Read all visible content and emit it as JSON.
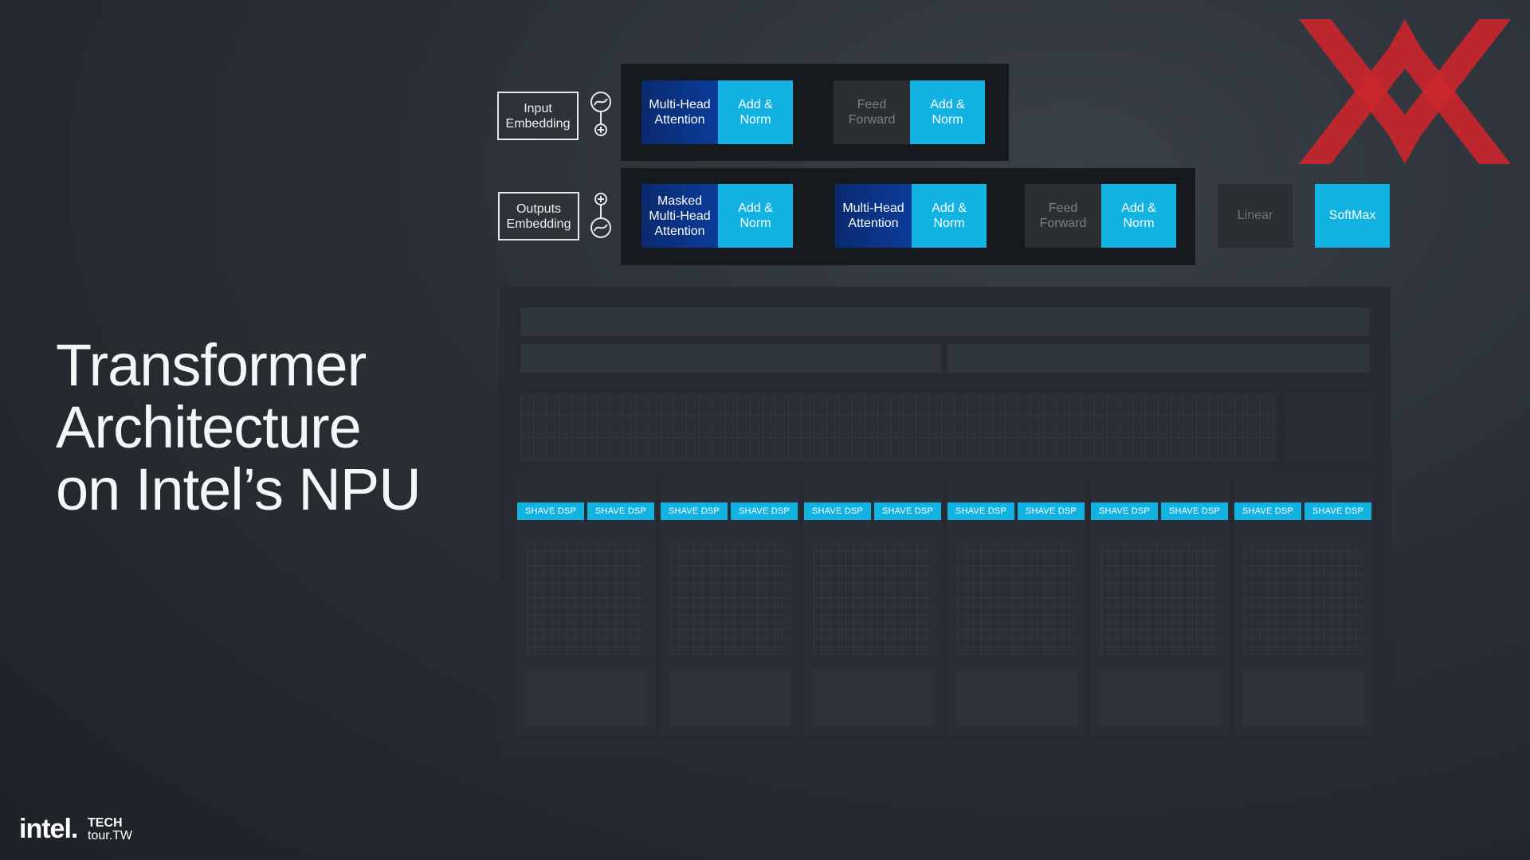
{
  "title": {
    "line1": "Transformer",
    "line2": "Architecture",
    "line3": "on Intel’s NPU"
  },
  "encoder": {
    "input_embedding": [
      "Input",
      "Embedding"
    ],
    "blocks": [
      {
        "label": [
          "Multi-Head",
          "Attention"
        ],
        "kind": "attention"
      },
      {
        "label": [
          "Add &",
          "Norm"
        ],
        "kind": "add-norm"
      },
      {
        "label": [
          "Feed",
          "Forward"
        ],
        "kind": "feed-forward"
      },
      {
        "label": [
          "Add &",
          "Norm"
        ],
        "kind": "add-norm"
      }
    ]
  },
  "decoder": {
    "outputs_embedding": [
      "Outputs",
      "Embedding"
    ],
    "blocks": [
      {
        "label": [
          "Masked",
          "Multi-Head",
          "Attention"
        ],
        "kind": "attention"
      },
      {
        "label": [
          "Add &",
          "Norm"
        ],
        "kind": "add-norm"
      },
      {
        "label": [
          "Multi-Head",
          "Attention"
        ],
        "kind": "attention"
      },
      {
        "label": [
          "Add &",
          "Norm"
        ],
        "kind": "add-norm"
      },
      {
        "label": [
          "Feed",
          "Forward"
        ],
        "kind": "feed-forward"
      },
      {
        "label": [
          "Add &",
          "Norm"
        ],
        "kind": "add-norm"
      }
    ]
  },
  "output_layers": {
    "linear": "Linear",
    "softmax": "SoftMax"
  },
  "npu": {
    "shave_label": "SHAVE DSP",
    "shave_count": 12
  },
  "footer": {
    "intel": "intel.",
    "tech_line1": "TECH",
    "tech_line2": "tour.TW"
  },
  "colors": {
    "accent_cyan": "#12b3e3",
    "attention_blue": "#0b3c9a",
    "feed_forward_gray": "#2b2e33",
    "watermark_red": "#c8262b"
  },
  "icons": [
    "positional-encoding-icon",
    "add-circle-icon",
    "watermark-logo"
  ]
}
